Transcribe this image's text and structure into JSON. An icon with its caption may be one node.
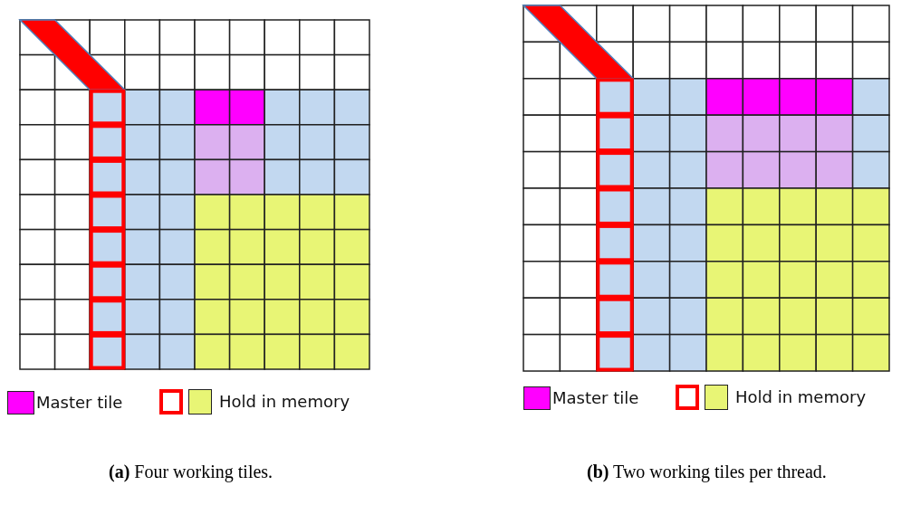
{
  "diagram": {
    "labels": [
      "**(a)** Four working tiles.",
      "**(b)** Two working tiles per thread."
    ],
    "legend": [
      {
        "text": "Master tile",
        "color": "#ff00ff"
      },
      {
        "text": "Hold in memory",
        "color": "#e8f575"
      },
      {
        "text": "Master tile",
        "color": "#ff00ff"
      },
      {
        "text": "Hold in memory",
        "color": "#e8f575"
      }
    ]
  }
}
